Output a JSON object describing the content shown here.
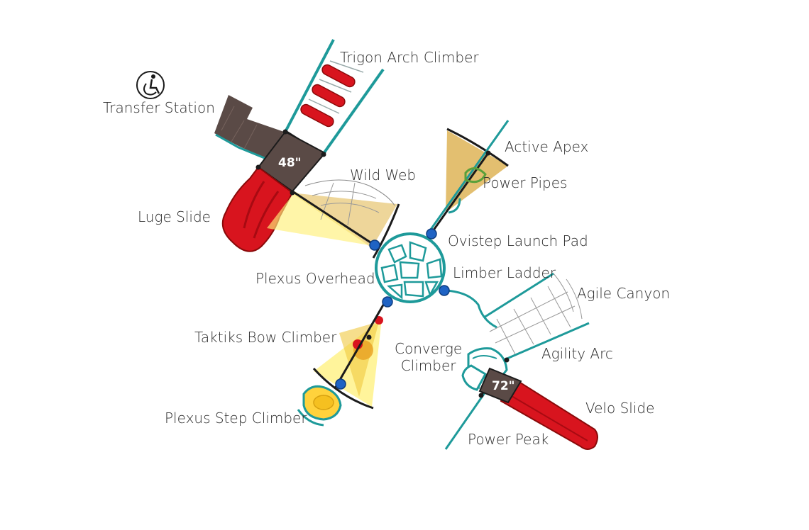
{
  "labels": {
    "trigon_arch_climber": "Trigon Arch Climber",
    "transfer_station": "Transfer Station",
    "active_apex": "Active Apex",
    "wild_web": "Wild Web",
    "power_pipes": "Power Pipes",
    "luge_slide": "Luge Slide",
    "ovistep_launch_pad": "Ovistep Launch Pad",
    "plexus_overhead": "Plexus Overhead",
    "limber_ladder": "Limber Ladder",
    "agile_canyon": "Agile Canyon",
    "taktiks_bow_climber": "Taktiks Bow Climber",
    "converge_climber": "Converge\nClimber",
    "agility_arc": "Agility Arc",
    "velo_slide": "Velo Slide",
    "plexus_step_climber": "Plexus Step Climber",
    "power_peak": "Power Peak"
  },
  "deck_heights": {
    "upper_deck": "48\"",
    "lower_deck": "72\""
  },
  "icons": {
    "transfer_station": "wheelchair-icon"
  },
  "colors": {
    "teal": "#1e9a9a",
    "red": "#d8141e",
    "deck": "#5a4a46",
    "yellow": "#ffd23c",
    "blue": "#1f63c4",
    "line": "#1b1b1b"
  }
}
